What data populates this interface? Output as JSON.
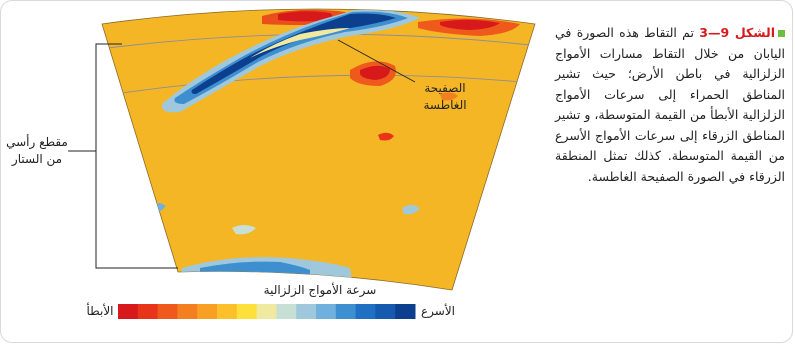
{
  "caption": {
    "figure_label": "الشكل 9—3",
    "text": "تم التقاط هذه الصورة في اليابان من خلال التقاط مسارات الأمواج الزلزالية في باطن الأرض؛ حيث تشير المناطق الحمراء إلى سرعات الأمواج الزلزالية الأبطأ من القيمة المتوسطة، و تشير المناطق الزرقاء إلى سرعات الأمواج الأسرع من القيمة المتوسطة. كذلك تمثل المنطقة الزرقاء في الصورة الصفيحة الغاطسة."
  },
  "labels": {
    "slab_line1": "الصفيحة",
    "slab_line2": "الغاطسة",
    "section_line1": "مقطع رأسي",
    "section_line2": "من الستار",
    "scale_title": "سرعة الأمواج الزلزالية",
    "scale_fast": "الأسرع",
    "scale_slow": "الأبطأ"
  },
  "colors": {
    "mantle": "#f5b626",
    "scale": [
      "#d7191c",
      "#e8351a",
      "#ef5a1c",
      "#f47f20",
      "#f8a023",
      "#fbc02a",
      "#fde03a",
      "#f0eaa0",
      "#c8dfd6",
      "#9fc8dc",
      "#6fb0dd",
      "#3d8fd0",
      "#1f6fc2",
      "#155aae",
      "#0d3f8f"
    ]
  }
}
